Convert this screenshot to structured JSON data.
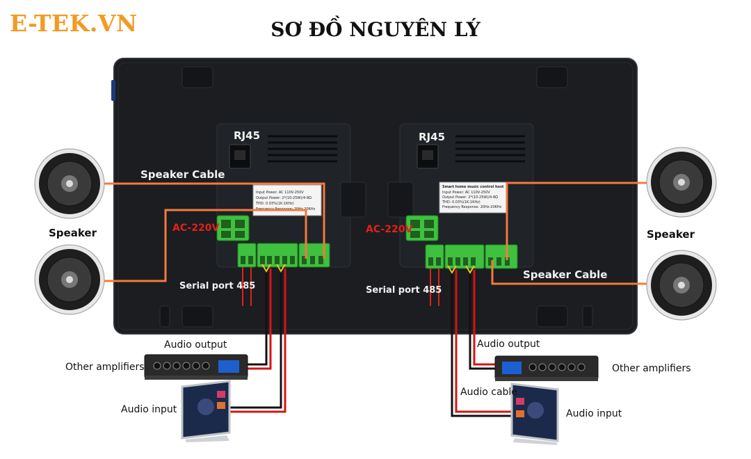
{
  "brand": "E-TEK.VN",
  "title": "SƠ ĐỒ NGUYÊN LÝ",
  "panels": [
    {
      "rj45": "RJ45",
      "ac": "AC-220V",
      "serial": "Serial port 485",
      "speaker_cable": "Speaker Cable",
      "spec": [
        "Input Power: AC 110V-250V",
        "Output Power: 2*(10-25W)/4-8Ω",
        "THD: 0.03%(1K:1KHz)",
        "Frequency Response: 20Hz-20KHz"
      ]
    },
    {
      "rj45": "RJ45",
      "ac": "AC-220V",
      "serial": "Serial port 485",
      "speaker_cable": "Speaker Cable",
      "spec_title": "Smart home music control host",
      "spec": [
        "Input Power: AC 110V-250V",
        "Output Power: 2*(10-25W)/4-8Ω",
        "THD: 0.03%(1K:1KHz)",
        "Frequency Response: 20Hz-20KHz"
      ]
    }
  ],
  "left": {
    "speaker": "Speaker",
    "audio_output": "Audio output",
    "other_amplifiers": "Other amplifiers",
    "audio_input": "Audio input"
  },
  "right": {
    "speaker": "Speaker",
    "audio_output": "Audio output",
    "other_amplifiers": "Other amplifiers",
    "audio_cable": "Audio cable",
    "audio_input": "Audio input"
  },
  "colors": {
    "cable_orange": "#f47a3c",
    "wire_red": "#d41414",
    "terminal_green": "#3fc13f",
    "panel": "#1b1d20",
    "brand": "#f39a25"
  }
}
